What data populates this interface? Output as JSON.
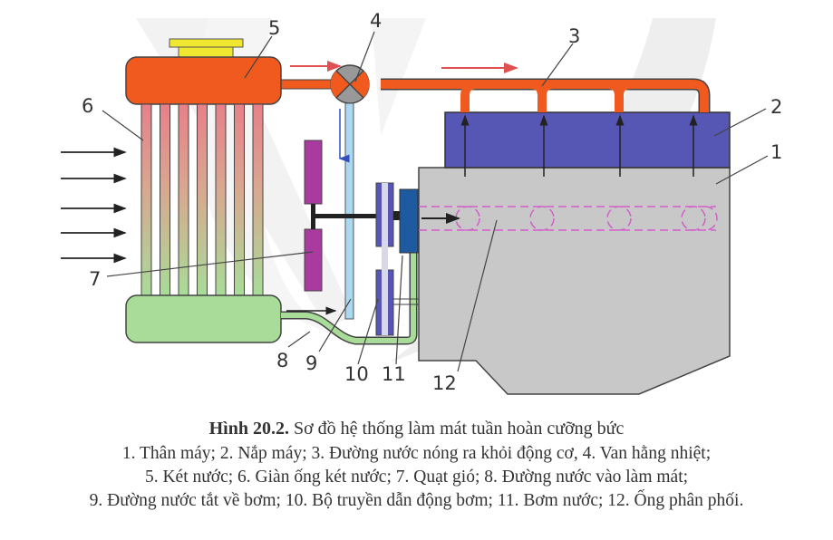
{
  "figure": {
    "label": "Hình 20.2.",
    "title": "Sơ đồ hệ thống làm mát tuần hoàn cưỡng bức",
    "legend_lines": [
      "1. Thân máy; 2. Nắp máy; 3. Đường nước nóng ra khỏi động cơ, 4. Van hằng nhiệt;",
      "5. Két nước; 6. Giàn ống két nước; 7. Quạt gió; 8. Đường nước vào làm mát;",
      "9. Đường nước tắt về bơm; 10. Bộ truyền dẫn động bơm; 11. Bơm nước; 12. Ống phân phối."
    ]
  },
  "callouts": [
    "1",
    "2",
    "3",
    "4",
    "5",
    "6",
    "7",
    "8",
    "9",
    "10",
    "11",
    "12"
  ],
  "components": {
    "engine_block": {
      "number": "1",
      "name": "Thân máy",
      "color": "#c8c8c8"
    },
    "cylinder_head": {
      "number": "2",
      "name": "Nắp máy",
      "color": "#5656b4"
    },
    "hot_water_outlet": {
      "number": "3",
      "name": "Đường nước nóng ra khỏi động cơ",
      "color": "#f05a1e"
    },
    "thermostat": {
      "number": "4",
      "name": "Van hằng nhiệt",
      "color": "#999999"
    },
    "upper_tank": {
      "number": "5",
      "name": "Két nước",
      "color": "#f05a1e"
    },
    "radiator_core": {
      "number": "6",
      "name": "Giàn ống két nước",
      "color": "#e8808a"
    },
    "fan": {
      "number": "7",
      "name": "Quạt gió",
      "color": "#a83aa0"
    },
    "coolant_inlet": {
      "number": "8",
      "name": "Đường nước vào làm mát",
      "color": "#a8dc98"
    },
    "bypass": {
      "number": "9",
      "name": "Đường nước tắt về bơm",
      "color": "#aad8f0"
    },
    "pump_drive": {
      "number": "10",
      "name": "Bộ truyền dẫn động bơm",
      "color": "#5656b4"
    },
    "water_pump": {
      "number": "11",
      "name": "Bơm nước",
      "color": "#1e5aa0"
    },
    "distribution_pipe": {
      "number": "12",
      "name": "Ống phân phối",
      "color": "#d060c8"
    }
  },
  "colors": {
    "cap": "#f0e830",
    "lower_tank": "#a8dc98",
    "flow_arrow_hot": "#e05050",
    "flow_arrow_bypass": "#3050c0",
    "outline": "#444444",
    "watermark": "#ececec"
  }
}
